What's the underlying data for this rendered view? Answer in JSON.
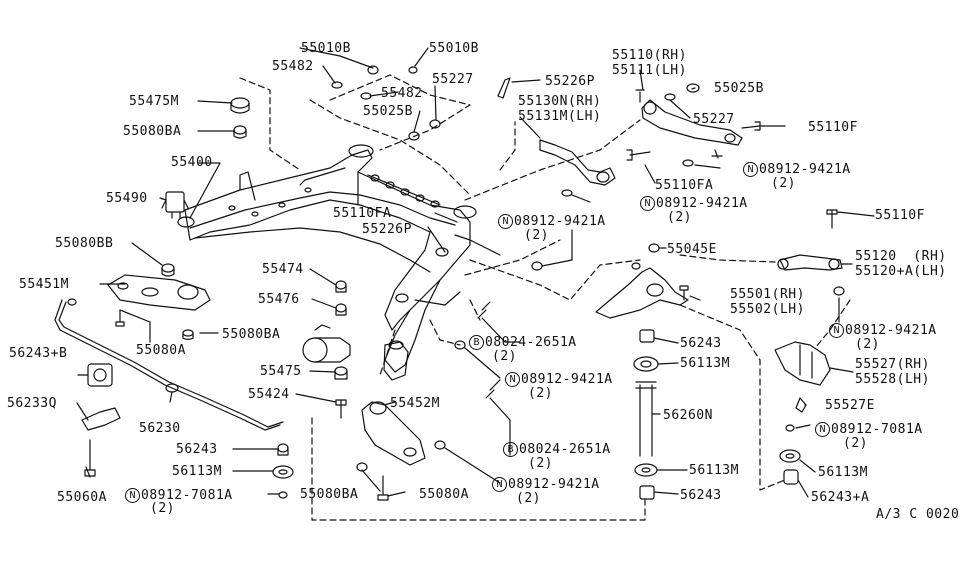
{
  "diagram": {
    "ref_code": "A/3 C 0020",
    "callouts": [
      {
        "id": "c1",
        "text": "55010B"
      },
      {
        "id": "c2",
        "text": "55010B"
      },
      {
        "id": "c3",
        "text": "55482"
      },
      {
        "id": "c4",
        "text": "55482"
      },
      {
        "id": "c5",
        "text": "55227"
      },
      {
        "id": "c6",
        "text": "55226P"
      },
      {
        "id": "c7",
        "text": "55475M"
      },
      {
        "id": "c8",
        "text": "55025B"
      },
      {
        "id": "c9",
        "text": "55080BA"
      },
      {
        "id": "c10",
        "text": "55400"
      },
      {
        "id": "c11",
        "text": "55490"
      },
      {
        "id": "c12",
        "text": "55080BB"
      },
      {
        "id": "c13",
        "text": "55451M"
      },
      {
        "id": "c14",
        "text": "55474"
      },
      {
        "id": "c15",
        "text": "55476"
      },
      {
        "id": "c16",
        "text": "55080BA"
      },
      {
        "id": "c17",
        "text": "55080A"
      },
      {
        "id": "c18",
        "text": "56243+B"
      },
      {
        "id": "c19",
        "text": "56233Q"
      },
      {
        "id": "c20",
        "text": "56230"
      },
      {
        "id": "c21",
        "text": "55475"
      },
      {
        "id": "c22",
        "text": "55424"
      },
      {
        "id": "c23",
        "text": "56243"
      },
      {
        "id": "c24",
        "text": "56113M"
      },
      {
        "id": "c25",
        "text": "55060A"
      },
      {
        "id": "c26",
        "text": "55080BA"
      },
      {
        "id": "c27",
        "text": "55080A"
      },
      {
        "id": "c28",
        "text": "55452M"
      },
      {
        "id": "c29",
        "text": "55110(RH)"
      },
      {
        "id": "c30",
        "text": "55111(LH)"
      },
      {
        "id": "c31",
        "text": "55025B"
      },
      {
        "id": "c32",
        "text": "55130N(RH)"
      },
      {
        "id": "c33",
        "text": "55131M(LH)"
      },
      {
        "id": "c34",
        "text": "55227"
      },
      {
        "id": "c35",
        "text": "55110F"
      },
      {
        "id": "c36",
        "text": "55110FA"
      },
      {
        "id": "c37",
        "text": "55110FA"
      },
      {
        "id": "c38",
        "text": "55226P"
      },
      {
        "id": "c39",
        "text": "55110F"
      },
      {
        "id": "c40",
        "text": "55045E"
      },
      {
        "id": "c41",
        "text": "55120  (RH)"
      },
      {
        "id": "c42",
        "text": "55120+A(LH)"
      },
      {
        "id": "c43",
        "text": "55501(RH)"
      },
      {
        "id": "c44",
        "text": "55502(LH)"
      },
      {
        "id": "c45",
        "text": "56243"
      },
      {
        "id": "c46",
        "text": "56113M"
      },
      {
        "id": "c47",
        "text": "55527(RH)"
      },
      {
        "id": "c48",
        "text": "55528(LH)"
      },
      {
        "id": "c49",
        "text": "55527E"
      },
      {
        "id": "c50",
        "text": "56260N"
      },
      {
        "id": "c51",
        "text": "56113M"
      },
      {
        "id": "c52",
        "text": "56243"
      },
      {
        "id": "c53",
        "text": "56113M"
      },
      {
        "id": "c54",
        "text": "56243+A"
      }
    ],
    "fasteners": [
      {
        "id": "f1",
        "badge": "N",
        "text": "08912-9421A",
        "qty": "(2)"
      },
      {
        "id": "f2",
        "badge": "N",
        "text": "08912-9421A",
        "qty": "(2)"
      },
      {
        "id": "f3",
        "badge": "N",
        "text": "08912-9421A",
        "qty": "(2)"
      },
      {
        "id": "f4",
        "badge": "N",
        "text": "08912-9421A",
        "qty": "(2)"
      },
      {
        "id": "f5",
        "badge": "B",
        "text": "08024-2651A",
        "qty": "(2)"
      },
      {
        "id": "f6",
        "badge": "N",
        "text": "08912-9421A",
        "qty": "(2)"
      },
      {
        "id": "f7",
        "badge": "B",
        "text": "08024-2651A",
        "qty": "(2)"
      },
      {
        "id": "f8",
        "badge": "N",
        "text": "08912-9421A",
        "qty": "(2)"
      },
      {
        "id": "f9",
        "badge": "N",
        "text": "08912-7081A",
        "qty": "(2)"
      },
      {
        "id": "f10",
        "badge": "N",
        "text": "08912-7081A",
        "qty": "(2)"
      }
    ]
  }
}
